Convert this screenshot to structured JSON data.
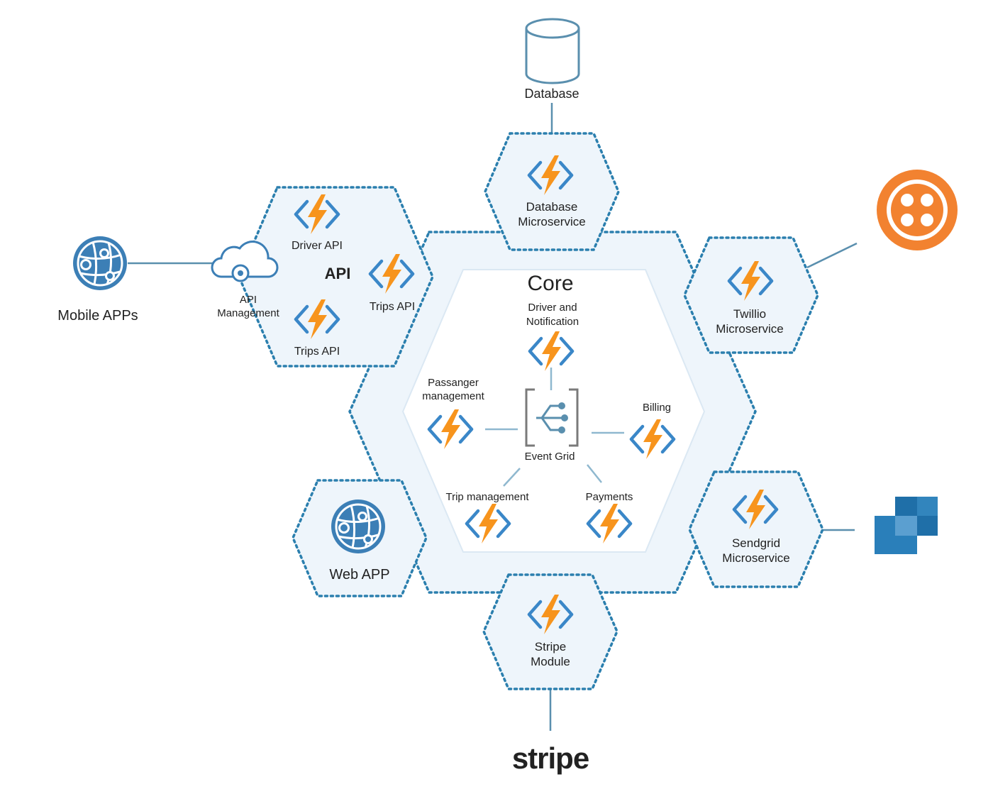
{
  "nodes": {
    "database": {
      "label": "Database"
    },
    "database_ms": {
      "line1": "Database",
      "line2": "Microservice"
    },
    "api_group": {
      "title": "API",
      "driver_api": "Driver API",
      "trips_api_right": "Trips API",
      "trips_api_bottom": "Trips API"
    },
    "api_management": {
      "line1": "API",
      "line2": "Management"
    },
    "mobile_apps": {
      "label": "Mobile APPs"
    },
    "core": {
      "title": "Core",
      "driver_notification": {
        "line1": "Driver and",
        "line2": "Notification"
      },
      "passanger": {
        "line1": "Passanger",
        "line2": "management"
      },
      "billing": "Billing",
      "event_grid": "Event Grid",
      "trip_management": "Trip management",
      "payments": "Payments"
    },
    "twillio": {
      "line1": "Twillio",
      "line2": "Microservice"
    },
    "sendgrid": {
      "line1": "Sendgrid",
      "line2": "Microservice"
    },
    "web_app": {
      "label": "Web APP"
    },
    "stripe_module": {
      "line1": "Stripe",
      "line2": "Module"
    },
    "stripe_logo": {
      "text": "stripe"
    }
  },
  "colors": {
    "dotted_border": "#2b7fae",
    "hex_fill": "#eef5fb",
    "core_fill": "#ffffff",
    "bolt_orange": "#f7941d",
    "bracket_blue": "#3a87c8",
    "azure_blue": "#3c7fb6",
    "twilio_orange": "#f28230",
    "sendgrid_blue": "#1f6fa8",
    "connector": "#5a8fae"
  }
}
